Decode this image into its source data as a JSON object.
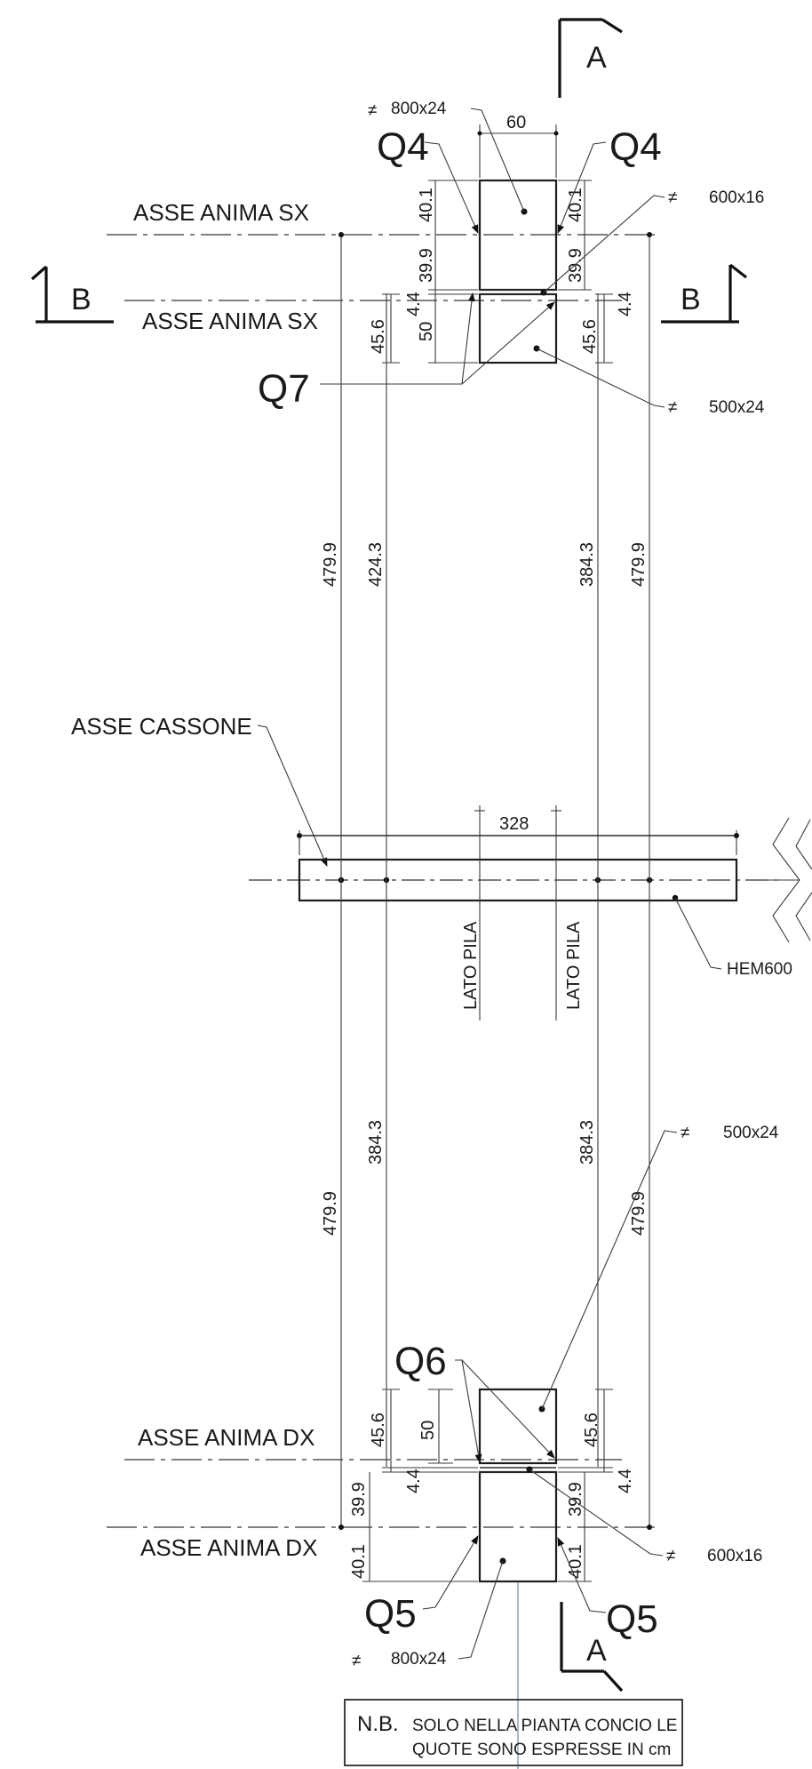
{
  "sections": {
    "a_top": "A",
    "a_bottom": "A",
    "b_left": "B",
    "b_right": "B"
  },
  "axes": {
    "anima_sx_1": "ASSE ANIMA SX",
    "anima_sx_2": "ASSE ANIMA SX",
    "anima_dx_1": "ASSE ANIMA DX",
    "anima_dx_2": "ASSE ANIMA DX",
    "cassone": "ASSE CASSONE"
  },
  "parts": {
    "q4_left": "Q4",
    "q4_right": "Q4",
    "q7": "Q7",
    "q6": "Q6",
    "q5_left": "Q5",
    "q5_right": "Q5"
  },
  "plates": {
    "top_800": "800x24",
    "top_600": "600x16",
    "top_500": "500x24",
    "bot_500": "500x24",
    "bot_600": "600x16",
    "bot_800": "800x24",
    "beam": "HEM600",
    "not_equal_symbol": "≠"
  },
  "dims": {
    "width_60": "60",
    "top_40_1_l": "40.1",
    "top_39_9_l": "39.9",
    "top_4_4_l": "4.4",
    "top_50_l": "50",
    "top_45_6_l": "45.6",
    "top_40_1_r": "40.1",
    "top_39_9_r": "39.9",
    "top_4_4_r": "4.4",
    "top_45_6_r": "45.6",
    "mid_479_9_l": "479.9",
    "mid_424_3": "424.3",
    "mid_384_3_r": "384.3",
    "mid_479_9_r": "479.9",
    "beam_328": "328",
    "low_479_9_l": "479.9",
    "low_384_3_l": "384.3",
    "low_384_3_r": "384.3",
    "low_479_9_r": "479.9",
    "bot_45_6_l": "45.6",
    "bot_50_l": "50",
    "bot_4_4_l": "4.4",
    "bot_39_9_l": "39.9",
    "bot_40_1_l": "40.1",
    "bot_45_6_r": "45.6",
    "bot_4_4_r": "4.4",
    "bot_39_9_r": "39.9",
    "bot_40_1_r": "40.1"
  },
  "lato_pila_left": "LATO PILA",
  "lato_pila_right": "LATO PILA",
  "note": {
    "prefix": "N.B.",
    "line1": "SOLO NELLA PIANTA CONCIO LE",
    "line2": "QUOTE SONO ESPRESSE IN cm"
  }
}
